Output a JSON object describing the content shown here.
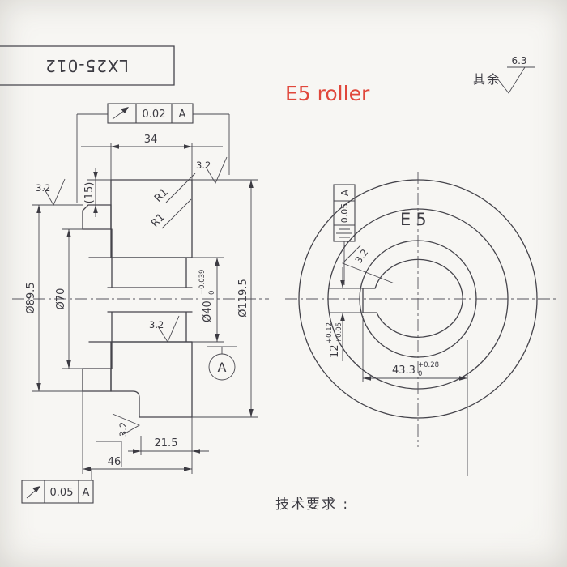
{
  "colors": {
    "line": "#44434a",
    "red": "#e0473b",
    "bg": "#f5f3f0"
  },
  "title_block": {
    "part_number": "LX25-012"
  },
  "labels": {
    "product": "E5 roller",
    "view_label": "E5",
    "tech_req": "技术要求 :",
    "surface_rest_prefix": "其余",
    "surface_rest_value": "6.3",
    "surface_roughness": "3.2"
  },
  "left_view": {
    "dim_width": "34",
    "dim_step": "(15)",
    "fillet": "R1",
    "dia_flange": "Ø89.5",
    "dia_recess": "Ø70",
    "dia_bore": "Ø40",
    "dia_bore_tol_upper": "+0.039",
    "dia_bore_tol_lower": "0",
    "dia_outer": "Ø119.5",
    "dim_hub": "21.5",
    "dim_total": "46",
    "frame_top": {
      "value": "0.02",
      "datum": "A"
    },
    "frame_bottom": {
      "value": "0.05",
      "datum": "A"
    },
    "datum": "A"
  },
  "right_view": {
    "frame": {
      "value": "0.05",
      "datum": "A"
    },
    "keyway_depth": "43.3",
    "keyway_depth_tol_upper": "+0.28",
    "keyway_depth_tol_lower": "0",
    "keyway_width": "12",
    "keyway_width_tol_upper": "+0.12",
    "keyway_width_tol_lower": "+0.05"
  }
}
